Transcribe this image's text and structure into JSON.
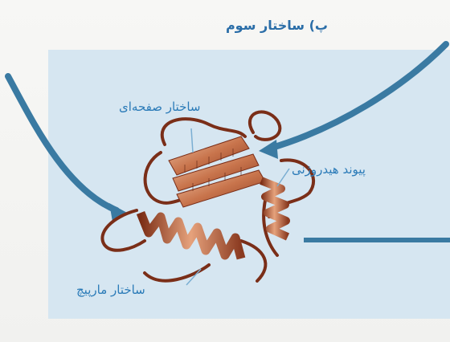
{
  "title": "پ) ساختار سوم",
  "labels": {
    "sheet": "ساختار صفحه‌ای",
    "hbond": "پیوند هیدروژنی",
    "helix": "ساختار مارپیچ"
  }
}
